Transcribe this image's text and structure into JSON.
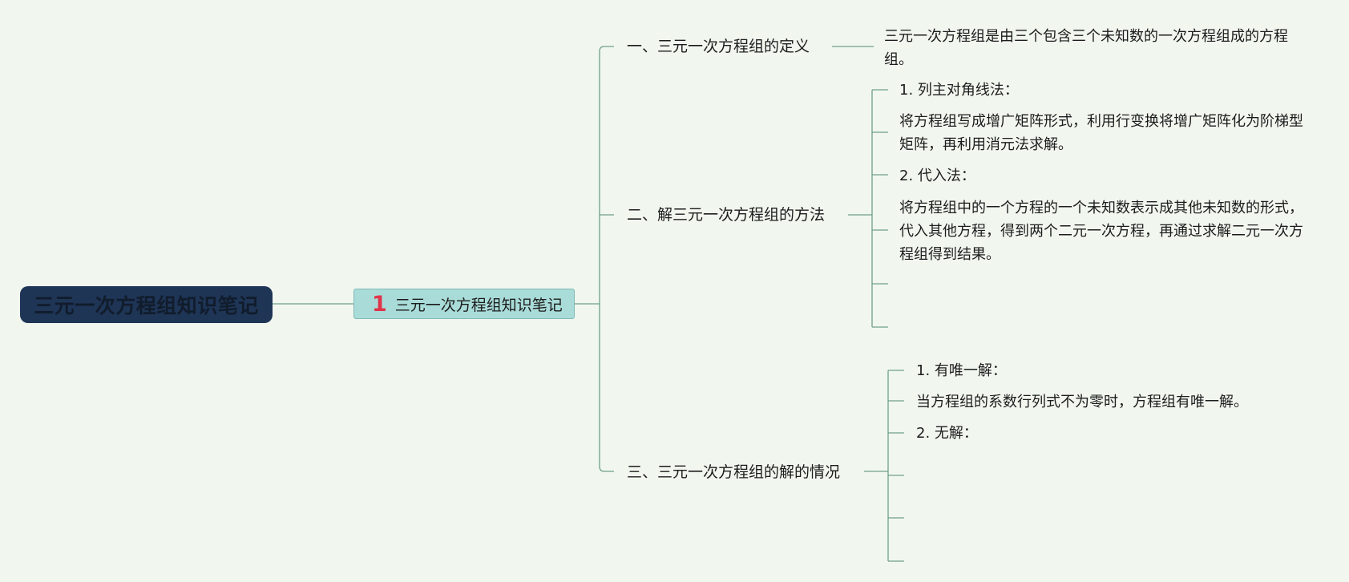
{
  "root": {
    "title": "三元一次方程组知识笔记"
  },
  "main_topic": {
    "number": "1",
    "label": "三元一次方程组知识笔记"
  },
  "branches": [
    {
      "label": "一、三元一次方程组的定义",
      "items": [
        "三元一次方程组是由三个包含三个未知数的一次方程组成的方程组。"
      ]
    },
    {
      "label": "二、解三元一次方程组的方法",
      "items": [
        "1. 列主对角线法：",
        "将方程组写成增广矩阵形式，利用行变换将增广矩阵化为阶梯型矩阵，再利用消元法求解。",
        "2. 代入法：",
        "将方程组中的一个方程的一个未知数表示成其他未知数的形式，代入其他方程，得到两个二元一次方程，再通过求解二元一次方程组得到结果。"
      ]
    },
    {
      "label": "三、三元一次方程组的解的情况",
      "items": [
        "1. 有唯一解：",
        "当方程组的系数行列式不为零时，方程组有唯一解。",
        "2. 无解："
      ]
    }
  ],
  "colors": {
    "background": "#f1f7ef",
    "root_fill": "#1e3556",
    "main_topic_fill": "#a9dcd8",
    "badge": "#e0344b",
    "connector": "#6f9e8a"
  }
}
